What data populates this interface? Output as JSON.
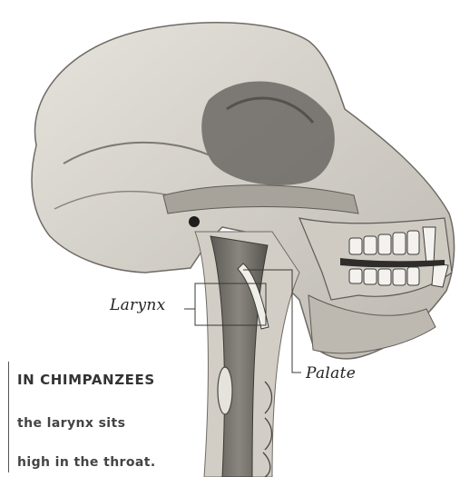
{
  "figure": {
    "labels": {
      "larynx": "Larynx",
      "palate": "Palate"
    },
    "caption": {
      "heading": "IN CHIMPANZEES",
      "line2": "the larynx sits",
      "line3": "high in the throat."
    },
    "colors": {
      "bone": "#d9d6cf",
      "bone_shadow": "#8f8b84",
      "bone_dark": "#4f4c48",
      "airway": "#6b6762",
      "text": "#333333"
    }
  }
}
